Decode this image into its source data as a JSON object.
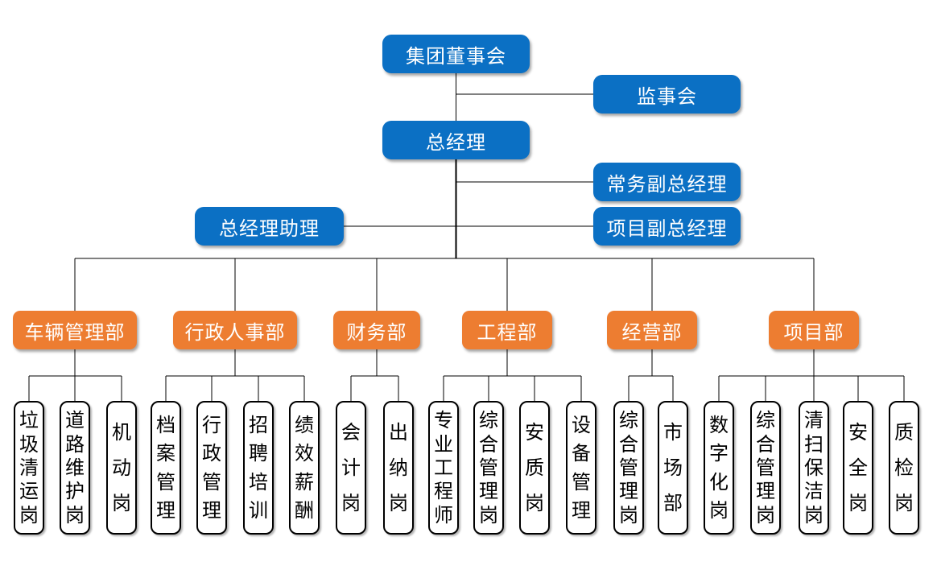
{
  "colors": {
    "blue": "#0b70c4",
    "orange": "#ed7d31",
    "line": "#000000",
    "leaf_bg": "#ffffff",
    "leaf_text": "#000000",
    "node_text": "#ffffff"
  },
  "chart": {
    "root": {
      "label": "集团董事会"
    },
    "supervisory_board": {
      "label": "监事会"
    },
    "general_manager": {
      "label": "总经理"
    },
    "executive_deputy_gm": {
      "label": "常务副总经理"
    },
    "gm_assistant": {
      "label": "总经理助理"
    },
    "project_deputy_gm": {
      "label": "项目副总经理"
    },
    "departments": [
      {
        "name": "车辆管理部",
        "positions": [
          "垃圾清运岗",
          "道路维护岗",
          "机动岗"
        ]
      },
      {
        "name": "行政人事部",
        "positions": [
          "档案管理",
          "行政管理",
          "招聘培训",
          "绩效薪酬"
        ]
      },
      {
        "name": "财务部",
        "positions": [
          "会计岗",
          "出纳岗"
        ]
      },
      {
        "name": "工程部",
        "positions": [
          "专业工程师",
          "综合管理岗",
          "安质岗",
          "设备管理"
        ]
      },
      {
        "name": "经营部",
        "positions": [
          "综合管理岗",
          "市场部"
        ]
      },
      {
        "name": "项目部",
        "positions": [
          "数字化岗",
          "综合管理岗",
          "清扫保洁岗",
          "安全岗",
          "质检岗"
        ]
      }
    ]
  }
}
